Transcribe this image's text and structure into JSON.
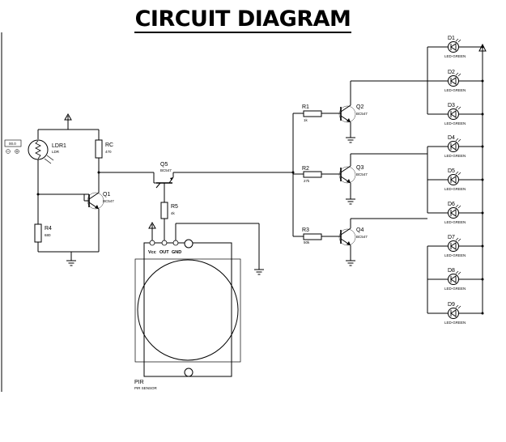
{
  "title": "CIRCUIT DIAGRAM",
  "ldr": {
    "ref": "LDR1",
    "value": "LDR",
    "display": "00.0"
  },
  "resistors": [
    {
      "ref": "RC",
      "value": "470"
    },
    {
      "ref": "R4",
      "value": "680"
    },
    {
      "ref": "R5",
      "value": "4k"
    },
    {
      "ref": "R1",
      "value": "1k"
    },
    {
      "ref": "R2",
      "value": "27k"
    },
    {
      "ref": "R3",
      "value": "50k"
    }
  ],
  "transistors": [
    {
      "ref": "Q1",
      "value": "BC547"
    },
    {
      "ref": "Q5",
      "value": "BC547"
    },
    {
      "ref": "Q2",
      "value": "BC547"
    },
    {
      "ref": "Q3",
      "value": "BC547"
    },
    {
      "ref": "Q4",
      "value": "BC547"
    }
  ],
  "leds": [
    {
      "ref": "D1",
      "value": "LED-GREEN"
    },
    {
      "ref": "D2",
      "value": "LED-GREEN"
    },
    {
      "ref": "D3",
      "value": "LED-GREEN"
    },
    {
      "ref": "D4",
      "value": "LED-GREEN"
    },
    {
      "ref": "D5",
      "value": "LED-GREEN"
    },
    {
      "ref": "D6",
      "value": "LED-GREEN"
    },
    {
      "ref": "D7",
      "value": "LED-GREEN"
    },
    {
      "ref": "D8",
      "value": "LED-GREEN"
    },
    {
      "ref": "D9",
      "value": "LED-GREEN"
    }
  ],
  "pir": {
    "ref": "PIR",
    "value": "PIR SENSOR",
    "pins": [
      "Vcc",
      "OUT",
      "GND"
    ]
  }
}
